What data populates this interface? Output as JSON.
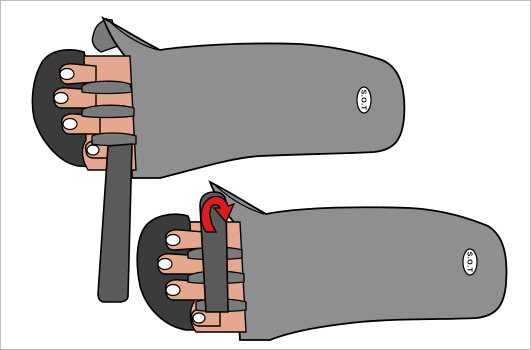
{
  "brand_logo": {
    "text": "S.O.T",
    "icon": "brand-logo-icon"
  },
  "colors": {
    "glove_gray": "#8f8f8f",
    "strap_dark": "#5a5a5a",
    "skin": "#e5a88e",
    "outline": "#000000",
    "arrow_red": "#d81f1f"
  },
  "panels": [
    {
      "id": "glove-upper",
      "description_icon": "hand-glove-icon"
    },
    {
      "id": "glove-lower",
      "description_icon": "hand-glove-icon",
      "arrow_icon": "curved-arrow-icon"
    }
  ]
}
